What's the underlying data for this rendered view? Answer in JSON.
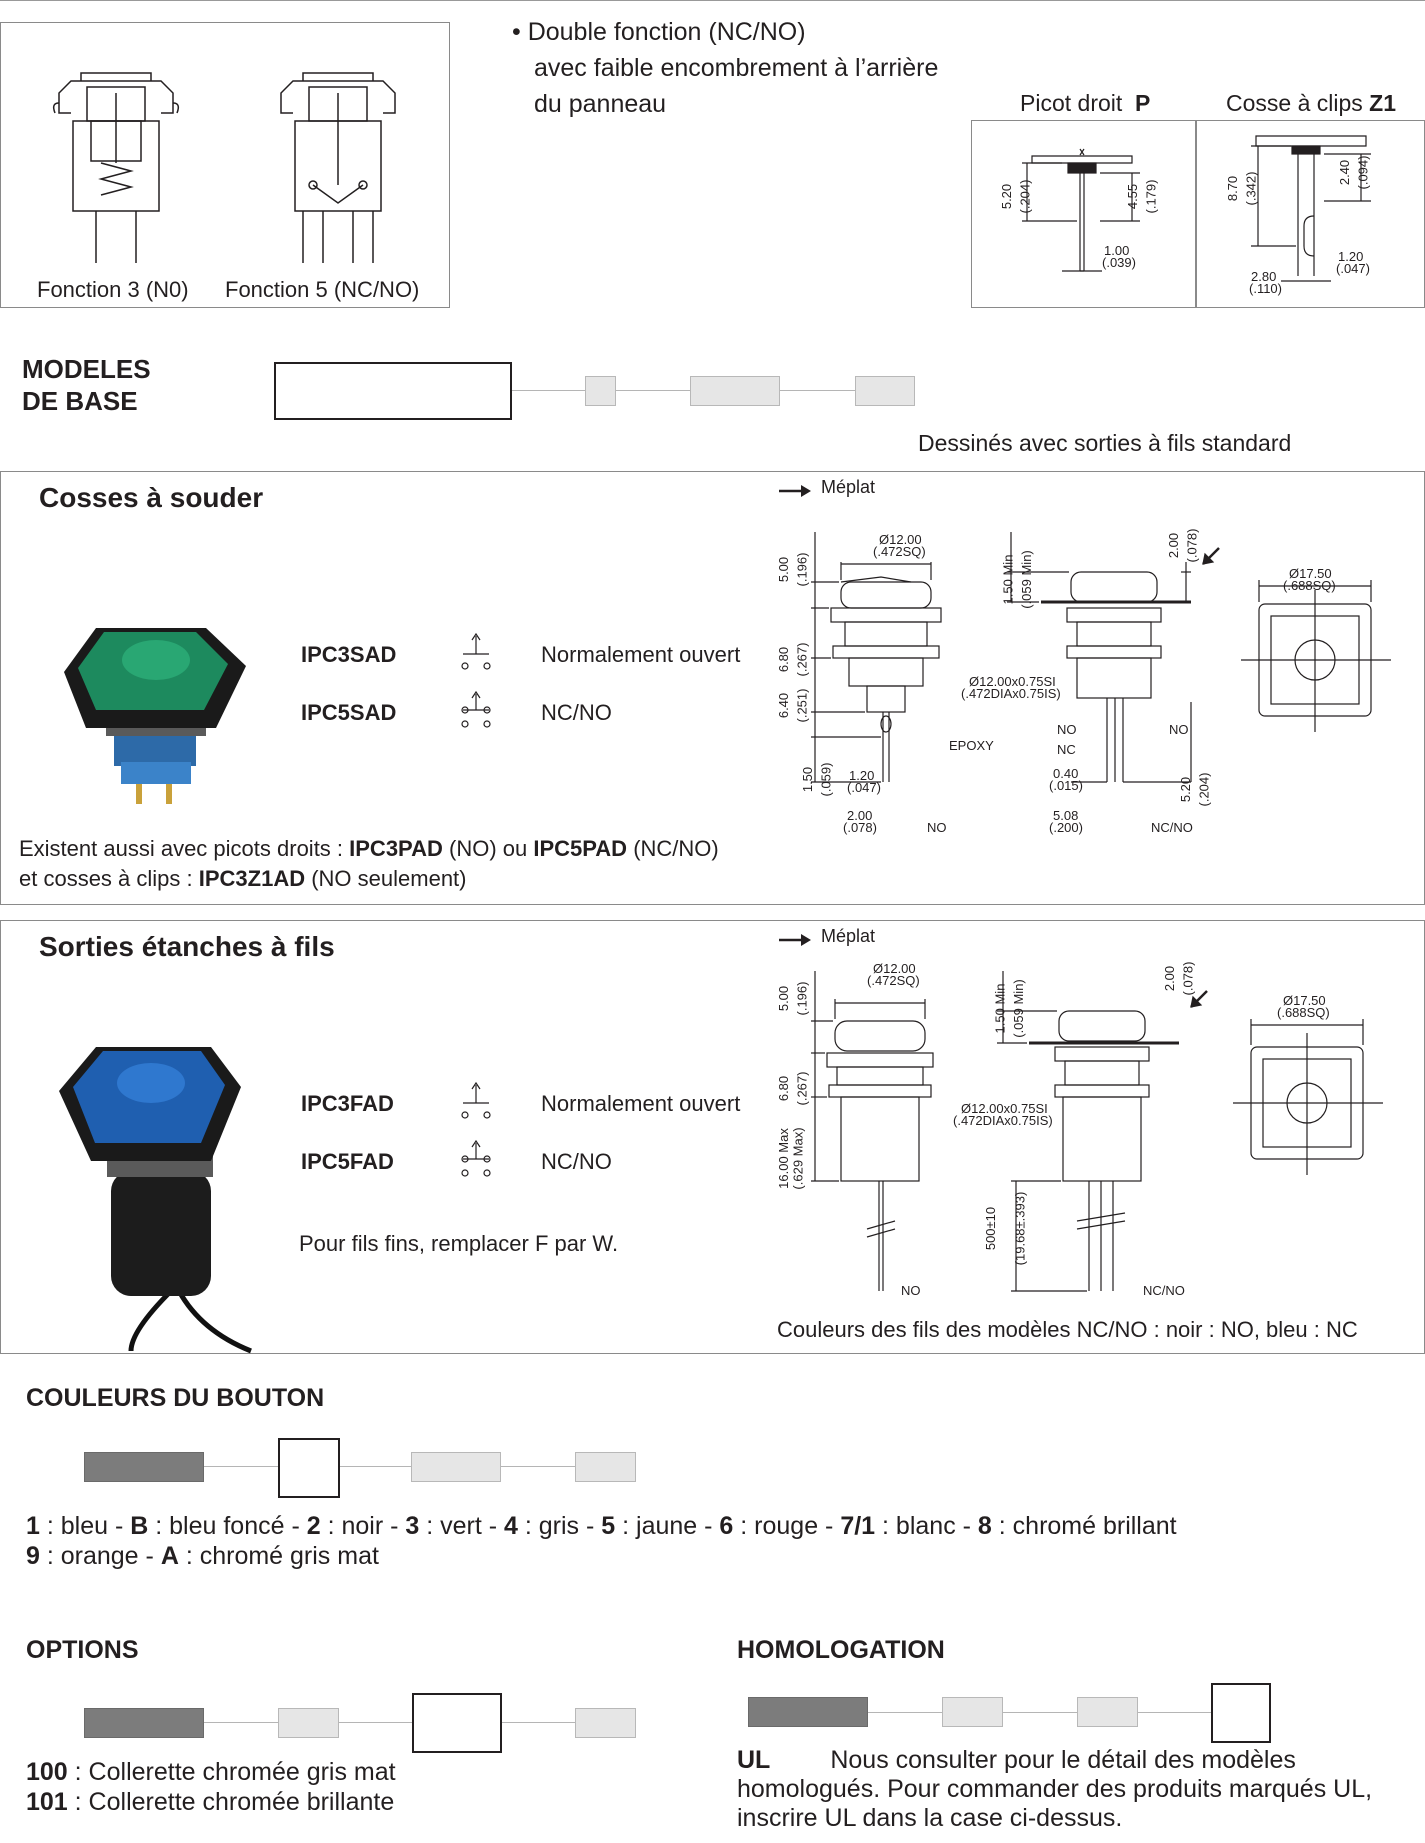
{
  "diagrams_top": {
    "function3_label": "Fonction 3 (N0)",
    "function5_label": "Fonction 5 (NC/NO)",
    "feature_line1": "• Double fonction (NC/NO)",
    "feature_line2": "avec faible encombrement à l’arrière",
    "feature_line3": "du panneau",
    "picot_label": "Picot droit",
    "picot_code": "P",
    "cosse_label": "Cosse à clips",
    "cosse_code": "Z1",
    "picot_dims": [
      "5.20",
      "(.204)",
      "4.55",
      "(.179)",
      "1.00",
      "(.039)"
    ],
    "cosse_dims": [
      "8.70",
      "(.342)",
      "2.40",
      "(.094)",
      "1.20",
      "(.047)",
      "2.80",
      "(.110)"
    ]
  },
  "base_models": {
    "title_line1": "MODELES",
    "title_line2": "DE BASE",
    "note": "Dessinés avec sorties à fils standard"
  },
  "solder": {
    "title": "Cosses à souder",
    "meplat": "Méplat",
    "models": [
      {
        "code": "IPC3SAD",
        "desc": "Normalement ouvert"
      },
      {
        "code": "IPC5SAD",
        "desc": "NC/NO"
      }
    ],
    "note1_prefix": "Existent aussi avec picots droits : ",
    "note1_code1": "IPC3PAD",
    "note1_mid": " (NO) ou ",
    "note1_code2": "IPC5PAD",
    "note1_suffix": " (NC/NO)",
    "note2_prefix": "et cosses à clips : ",
    "note2_code": "IPC3Z1AD",
    "note2_suffix": " (NO seulement)",
    "dims": {
      "d1": "Ø12.00",
      "d1b": "(.472SQ)",
      "d2": "5.00",
      "d2b": "(.196)",
      "d3": "6.80",
      "d3b": "(.267)",
      "d4": "6.40",
      "d4b": "(.251)",
      "d5": "1.50",
      "d5b": "(.059)",
      "d6": "1.20",
      "d6b": "(.047)",
      "d7": "2.00",
      "d7b": "(.078)",
      "d8": "1.50 Min",
      "d8b": "(.059 Min)",
      "d9": "2.00",
      "d9b": "(.078)",
      "d10": "Ø12.00x0.75SI",
      "d10b": "(.472DIAx0.75IS)",
      "d11": "0.40",
      "d11b": "(.015)",
      "d12": "5.08",
      "d12b": "(.200)",
      "d13": "5.20",
      "d13b": "(.204)",
      "d14": "Ø17.50",
      "d14b": "(.688SQ)",
      "epoxy": "EPOXY",
      "no": "NO",
      "nc": "NC",
      "ncno": "NC/NO"
    }
  },
  "sealed": {
    "title": "Sorties étanches à fils",
    "meplat": "Méplat",
    "models": [
      {
        "code": "IPC3FAD",
        "desc": "Normalement ouvert"
      },
      {
        "code": "IPC5FAD",
        "desc": "NC/NO"
      }
    ],
    "note": "Pour fils fins, remplacer F par W.",
    "wire_colors": "Couleurs des fils des modèles NC/NO : noir : NO, bleu : NC",
    "dims": {
      "d1": "Ø12.00",
      "d1b": "(.472SQ)",
      "d2": "5.00",
      "d2b": "(.196)",
      "d3": "6.80",
      "d3b": "(.267)",
      "d4": "16.00 Max",
      "d4b": "(.629 Max)",
      "d8": "1.50 Min",
      "d8b": "(.059 Min)",
      "d9": "2.00",
      "d9b": "(.078)",
      "d10": "Ø12.00x0.75SI",
      "d10b": "(.472DIAx0.75IS)",
      "d15": "500±10",
      "d15b": "(19.68±.393)",
      "d14": "Ø17.50",
      "d14b": "(.688SQ)",
      "no": "NO",
      "ncno": "NC/NO"
    }
  },
  "colors": {
    "title": "COULEURS DU BOUTON",
    "line1": [
      {
        "code": "1",
        "name": " : bleu - "
      },
      {
        "code": "B",
        "name": " : bleu foncé - "
      },
      {
        "code": "2",
        "name": " : noir - "
      },
      {
        "code": "3",
        "name": " : vert - "
      },
      {
        "code": "4",
        "name": " : gris - "
      },
      {
        "code": "5",
        "name": " : jaune - "
      },
      {
        "code": "6",
        "name": " : rouge - "
      },
      {
        "code": "7/1",
        "name": " : blanc - "
      },
      {
        "code": "8",
        "name": " : chromé brillant"
      }
    ],
    "line2": [
      {
        "code": "9",
        "name": " : orange - "
      },
      {
        "code": "A",
        "name": " : chromé gris mat"
      }
    ]
  },
  "options": {
    "title": "OPTIONS",
    "items": [
      {
        "code": "100",
        "desc": " : Collerette chromée gris mat"
      },
      {
        "code": "101",
        "desc": " : Collerette chromée brillante"
      }
    ]
  },
  "homologation": {
    "title": "HOMOLOGATION",
    "ul": "UL",
    "line1": "Nous consulter pour le détail des modèles",
    "line2": "homologués. Pour commander des produits marqués UL,",
    "line3": "inscrire UL dans la case ci-dessus."
  },
  "palette": {
    "button_green": "#1d8a5e",
    "button_blue": "#1f5fb0",
    "frame_black": "#1a1a1a",
    "code_dark_gray": "#7c7c7c",
    "code_light_gray": "#e6e6e6"
  }
}
